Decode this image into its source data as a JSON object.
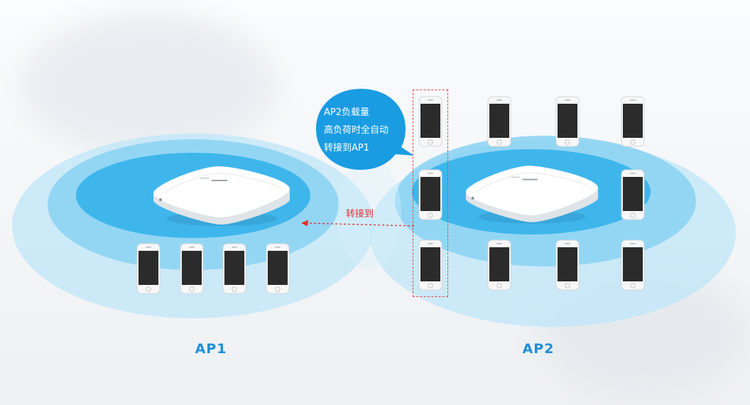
{
  "ap1": {
    "label": "AP1"
  },
  "ap2": {
    "label": "AP2"
  },
  "bubble": {
    "line1": "AP2负载量",
    "line2": "高负荷时全自动",
    "line3": "转接到AP1"
  },
  "transfer": {
    "label": "转接到"
  },
  "colors": {
    "ring_outer": "#bfe6f8",
    "ring_mid": "#7ccdf2",
    "ring_inner": "#36b3ea",
    "label_blue": "#1d8fd9",
    "bubble_blue": "#1a9ce3",
    "arrow_red": "#e03131",
    "phone_screen": "#2b2b2b"
  },
  "icons": {
    "access_point": "ceiling-access-point-icon",
    "phone": "smartphone-icon"
  }
}
